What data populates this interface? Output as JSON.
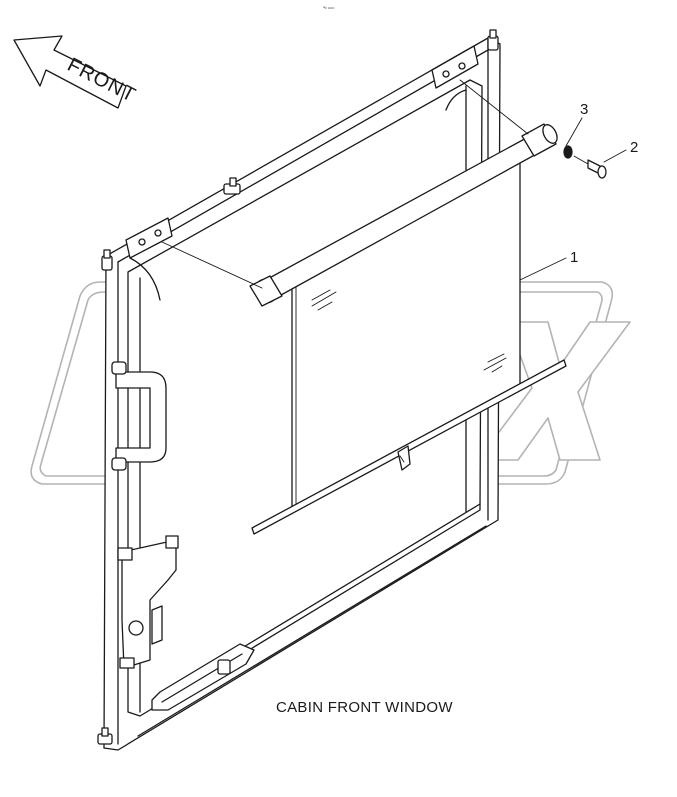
{
  "diagram": {
    "direction_label": "FRONT",
    "caption": "CABIN FRONT WINDOW",
    "corner_mark": "ªb ooo",
    "watermark": "OPEX",
    "callouts": [
      {
        "number": "1",
        "part": "window-glass-assembly"
      },
      {
        "number": "2",
        "part": "bolt"
      },
      {
        "number": "3",
        "part": "washer"
      }
    ]
  }
}
